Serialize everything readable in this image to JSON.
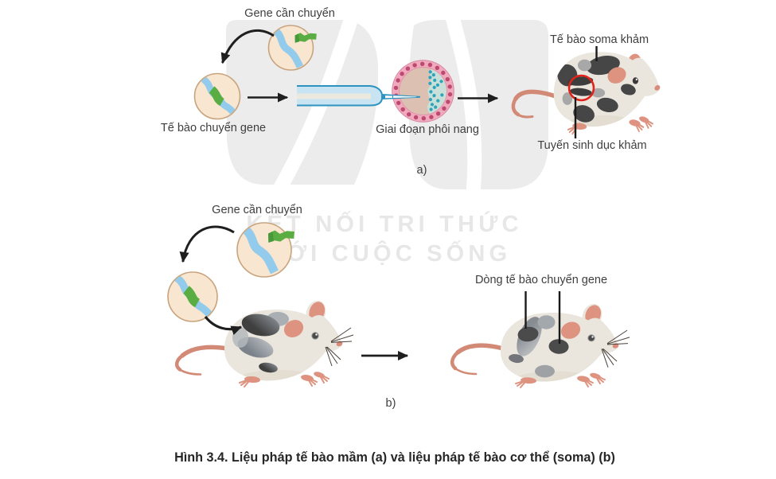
{
  "figure": {
    "caption": "Hình 3.4. Liệu pháp tế bào mầm (a) và liệu pháp tế bào cơ thể (soma) (b)",
    "watermark": {
      "line1": "KẾT NỐI TRI THỨC",
      "line2": "VỚI CUỘC SỐNG"
    },
    "panel_a": {
      "part_label": "a)",
      "labels": {
        "gene_to_transfer": "Gene cần chuyển",
        "transgenic_cell": "Tế bào chuyển gene",
        "blastocyst_stage": "Giai đoạn phôi nang",
        "mosaic_somatic_cells": "Tế bào soma khảm",
        "mosaic_gonad": "Tuyến sinh dục khảm"
      }
    },
    "panel_b": {
      "part_label": "b)",
      "labels": {
        "gene_to_transfer": "Gene cần chuyển",
        "transgenic_cell_line": "Dòng tế bào chuyển gene"
      }
    },
    "colors": {
      "cell_fill": "#f8e6d1",
      "cell_border": "#c8a47e",
      "chromosome_blue": "#92cbeb",
      "gene_green": "#5aad42",
      "gene_green_dark": "#47993a",
      "pipette_fill": "#c8e3f2",
      "pipette_stroke": "#2e93be",
      "blasto_ring": "#f0a9bd",
      "blasto_ring_dot": "#bc4a70",
      "blasto_inner": "#dcc0b1",
      "icm_fill": "#c9e0da",
      "icm_dot": "#2ca4b9",
      "mouse_body": "#eae6de",
      "patch_dark": "#464646",
      "patch_gray": "#a3a8ad",
      "salmon": "#dd937f",
      "annotation_red": "#e2231a",
      "arrow_black": "#1f1f1f",
      "watermark_gray": "#ececec"
    }
  }
}
